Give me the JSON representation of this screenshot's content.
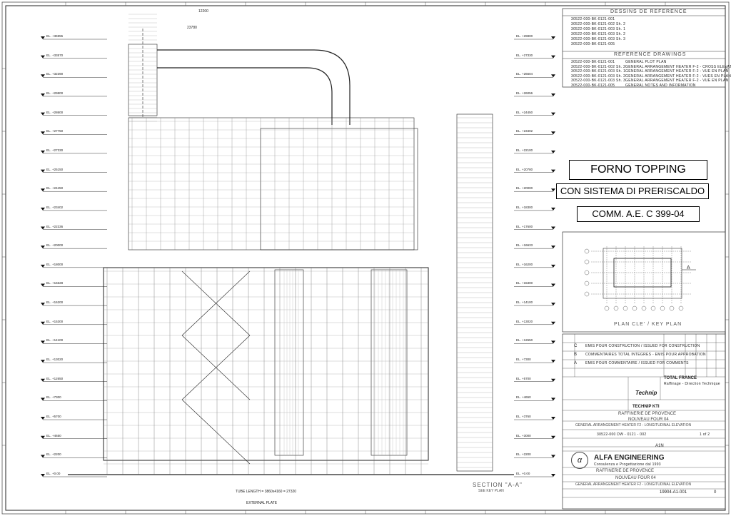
{
  "title_boxes": {
    "main_title": "FORNO TOPPING",
    "subtitle": "CON SISTEMA DI PRERISCALDO",
    "commission": "COMM.  A.E. C 399-04"
  },
  "references": {
    "header": "DESSINS DE REFERENCE",
    "rows": [
      "30522-000-BK-0121-001",
      "30522-000-BK-0121-002 Sh. 2",
      "30522-000-BK-0121-003 Sh. 1",
      "30522-000-BK-0121-003 Sh. 2",
      "30522-000-BK-0121-003 Sh. 3",
      "30522-000-BK-0121-005"
    ]
  },
  "reference_drawings": {
    "header": "REFERENCE DRAWINGS",
    "rows": [
      {
        "code": "30522-000-BK-0121-001",
        "desc": "GENERAL PLOT PLAN"
      },
      {
        "code": "30522-000-BK-0121-002 Sh. 2",
        "desc": "GENERAL ARRANGEMENT HEATER F-2 - CROSS ELEVATION"
      },
      {
        "code": "30522-000-BK-0121-003 Sh. 1",
        "desc": "GENERAL ARRANGEMENT HEATER F-2 - VUE EN PLAN"
      },
      {
        "code": "30522-000-BK-0121-003 Sh. 2",
        "desc": "GENERAL ARRANGEMENT HEATER F-2 - VUES EN PLAN"
      },
      {
        "code": "30522-000-BK-0121-003 Sh. 3",
        "desc": "GENERAL ARRANGEMENT HEATER F-2 - VUE EN PLAN"
      },
      {
        "code": "30522-000-BK-0121-005",
        "desc": "GENERAL NOTES AND INFORMATION"
      }
    ]
  },
  "plan": {
    "label": "PLAN CLE' / KEY PLAN",
    "arrow": "A"
  },
  "revisions": [
    {
      "rev": "C",
      "text": "EMIS POUR CONSTRUCTION / ISSUED FOR CONSTRUCTION"
    },
    {
      "rev": "B",
      "text": "COMMENTAIRES TOTAL INTEGRES - EMIS POUR APPROBATION"
    },
    {
      "rev": "A",
      "text": "EMIS POUR COMMENTAIRE / ISSUED FOR COMMENTS"
    }
  ],
  "company": {
    "client": "TOTAL FRANCE",
    "client_sub": "Raffinage - Direction Technique",
    "contractor": "Technip",
    "contractor2": "TECHNIP KTI",
    "refinery": "RAFFINERIE DE PROVENCE",
    "unit": "NOUVEAU FOUR 04",
    "desc": "GENERAL ARRANGEMENT HEATER F2 - LONGITUDINAL ELEVATION",
    "doc_no": "30522-000  DW - 0121 - 002",
    "sheet": "1 of 2",
    "size": "A1N",
    "alfa": "ALFA ENGINEERING",
    "alfa_sub": "Consulenza e Progettazione dal 1993",
    "alfa_refinery": "RAFFINERIE DE PROVENCE",
    "alfa_unit": "NOUVEAU FOUR 04",
    "alfa_desc": "GENERAL ARRANGEMENT HEATER F2 - LONGITUDINAL ELEVATION",
    "alfa_doc": "19904-A1-001",
    "rev": "0"
  },
  "section": {
    "label": "SECTION \"A-A\"",
    "sub": "SEE KEY PLAN"
  },
  "dims": {
    "top": "12200",
    "mid": "23780",
    "bottom": "TUBE LENGTH = 3860x4160 = 27320",
    "external": "EXTERNAL PLATE"
  },
  "elevations_left": [
    "EL. +36955",
    "EL. +33570",
    "EL. +32390",
    "EL. +29800",
    "EL. +28600",
    "EL. +27750",
    "EL. +27330",
    "EL. +25150",
    "EL. +24450",
    "EL. +23402",
    "EL. +22336",
    "EL. +20000",
    "EL. +18000",
    "EL. +16628",
    "EL. +16200",
    "EL. +15300",
    "EL. +14100",
    "EL. +13020",
    "EL. +12650",
    "EL. +7300",
    "EL. +5700",
    "EL. +4650",
    "EL. +2200",
    "EL. +0.00"
  ],
  "elevations_right": [
    "EL. +29800",
    "EL. +27330",
    "EL. +26604",
    "EL. +26056",
    "EL. +24450",
    "EL. +23402",
    "EL. +22100",
    "EL. +20780",
    "EL. +20000",
    "EL. +18300",
    "EL. +17600",
    "EL. +16633",
    "EL. +16200",
    "EL. +15300",
    "EL. +14100",
    "EL. +13020",
    "EL. +12650",
    "EL. +7300",
    "EL. +5700",
    "EL. +4650",
    "EL. +3760",
    "EL. +3000",
    "EL. +2200",
    "EL. +0.00"
  ]
}
